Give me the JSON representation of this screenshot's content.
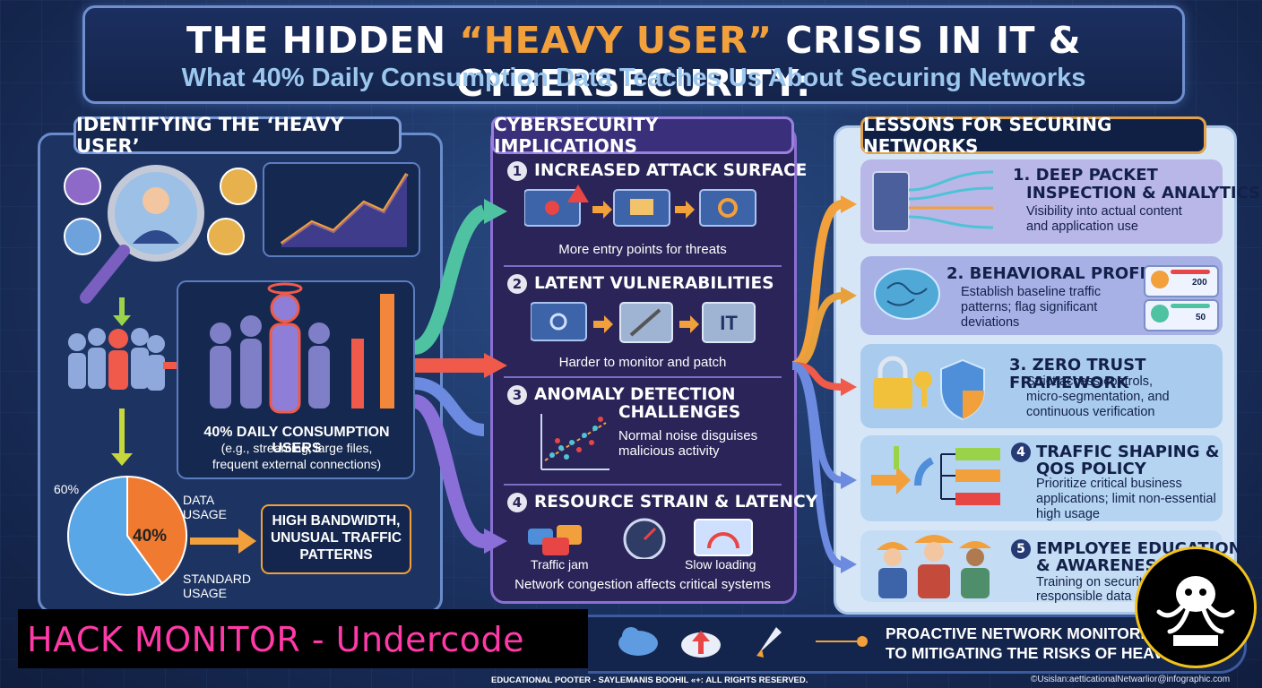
{
  "title": {
    "part1": "THE HIDDEN ",
    "highlight": "“HEAVY USER”",
    "part2": " CRISIS IN IT & CYBERSECURITY:"
  },
  "subtitle": "What 40% Daily Consumption Data Teaches Us About Securing Networks",
  "left": {
    "header": "IDENTIFYING THE ‘HEAVY USER’",
    "consumption_title": "40% DAILY CONSUMPTION USERS",
    "consumption_desc1": "(e.g., streaming, large files,",
    "consumption_desc2": "frequent external connections)",
    "pie": {
      "label_60": "60%",
      "label_40": "40%",
      "data_usage": "DATA",
      "data_usage2": "USAGE",
      "standard": "STANDARD",
      "standard2": "USAGE",
      "slices": [
        {
          "name": "DATA USAGE",
          "value": 40,
          "color": "#f07a2f"
        },
        {
          "name": "STANDARD USAGE",
          "value": 60,
          "color": "#5aa7e8"
        }
      ]
    },
    "bandwidth_box": [
      "HIGH BANDWIDTH,",
      "UNUSUAL TRAFFIC",
      "PATTERNS"
    ]
  },
  "middle": {
    "header": "CYBERSECURITY IMPLICATIONS",
    "items": [
      {
        "num": "1",
        "title": "INCREASED ATTACK SURFACE",
        "caption": "More entry points for threats"
      },
      {
        "num": "2",
        "title": "LATENT VULNERABILITIES",
        "caption": "Harder to monitor and patch",
        "it_label": "IT"
      },
      {
        "num": "3",
        "title1": "ANOMALY DETECTION",
        "title2": "CHALLENGES",
        "caption1": "Normal noise disguises",
        "caption2": "malicious activity"
      },
      {
        "num": "4",
        "title": "RESOURCE STRAIN & LATENCY",
        "sub1": "Traffic jam",
        "sub2": "Slow loading",
        "caption": "Network congestion affects critical systems"
      }
    ]
  },
  "right": {
    "header": "LESSONS FOR SECURING NETWORKS",
    "items": [
      {
        "title1": "1. DEEP PACKET",
        "title2": "INSPECTION & ANALYTICS",
        "desc1": "Visibility into actual content",
        "desc2": "and application use",
        "bg": "#b9b6e8"
      },
      {
        "title1": "2. BEHAVIORAL PROFILING",
        "desc1": "Establish baseline traffic",
        "desc2": "patterns; flag significant",
        "desc3": "deviations",
        "v1": "200",
        "v2": "50",
        "bg": "#a7b1e6"
      },
      {
        "title1": "3. ZERO TRUST FRAMEWORK",
        "desc1": "Strict access controls,",
        "desc2": "micro-segmentation, and",
        "desc3": "continuous verification",
        "bg": "#a9cbee"
      },
      {
        "num": "4",
        "title1": "TRAFFIC SHAPING &",
        "title2": "QOS POLICY",
        "desc1": "Prioritize critical business",
        "desc2": "applications; limit non-essential",
        "desc3": "high usage",
        "bg": "#b4d4f2"
      },
      {
        "num": "5",
        "title1": "EMPLOYEE EDUCATION",
        "title2": "& AWARENESS",
        "desc1": "Training on securit",
        "desc2": "responsible data",
        "bg": "#c4dcf4"
      }
    ]
  },
  "bottom": {
    "banner": "HACK MONITOR - Undercode",
    "proactive1": "PROACTIVE NETWORK MONITORING",
    "proactive2": "TO MITIGATING THE RISKS OF HEAVY U",
    "footer": "EDUCATIONAL POOTER - SAYLEMANIS BOOHIL «+: ALL RIGHTS RESERVED.",
    "footer2": "©Usislan:aetticationalNetwarlior@infographic.com"
  },
  "colors": {
    "orange": "#f2a03b",
    "teal": "#3fc0a5",
    "purple": "#8c6fd2",
    "red": "#f05a4a",
    "blue": "#4f8ed9"
  }
}
